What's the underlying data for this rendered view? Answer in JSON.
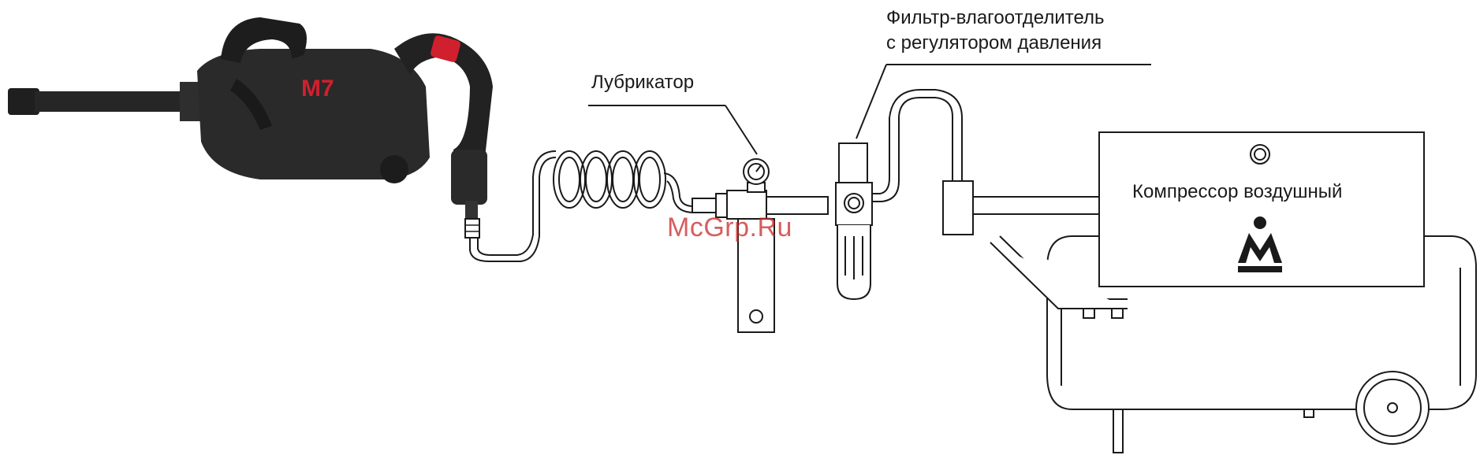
{
  "labels": {
    "lubricator": "Лубрикатор",
    "filter_line1": "Фильтр-влагоотделитель",
    "filter_line2": "с регулятором давления",
    "compressor": "Компрессор воздушный"
  },
  "tool": {
    "brand_mark": "M7"
  },
  "watermark": "McGrp.Ru",
  "colors": {
    "line": "#1a1a1a",
    "tool_body": "#2a2a2a",
    "tool_accent": "#d0202e",
    "watermark": "#c82828"
  }
}
